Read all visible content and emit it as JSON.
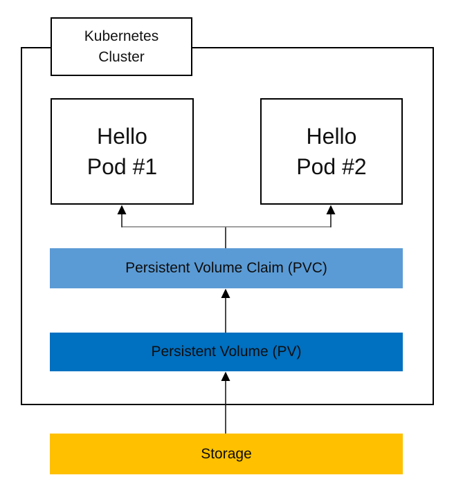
{
  "diagram": {
    "title_semantic": "Kubernetes persistent storage diagram",
    "cluster": {
      "label": "Kubernetes\nCluster"
    },
    "pods": [
      {
        "line1": "Hello",
        "line2": "Pod #1"
      },
      {
        "line1": "Hello",
        "line2": "Pod #2"
      }
    ],
    "layers": {
      "pvc": {
        "label": "Persistent Volume Claim (PVC)",
        "color": "#5B9BD5"
      },
      "pv": {
        "label": "Persistent Volume (PV)",
        "color": "#0070C0"
      },
      "storage": {
        "label": "Storage",
        "color": "#FFC000"
      }
    },
    "colors": {
      "background": "#ffffff",
      "box_border": "#000000",
      "connector_gray": "#808080",
      "arrow_black": "#1a1a1a"
    }
  }
}
